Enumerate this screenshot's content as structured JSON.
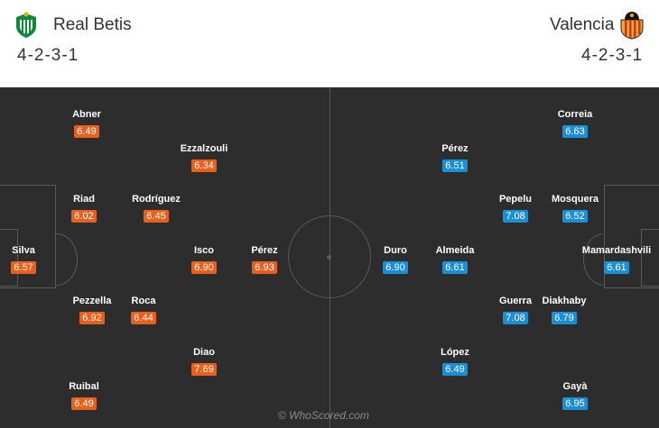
{
  "home": {
    "name": "Real Betis",
    "formation": "4-2-3-1",
    "rating_color": "#e8601c",
    "players": [
      {
        "name": "Abner",
        "rating": "6.49"
      },
      {
        "name": "Ezzalzouli",
        "rating": "6.34"
      },
      {
        "name": "Riad",
        "rating": "6.02"
      },
      {
        "name": "Rodríguez",
        "rating": "6.45"
      },
      {
        "name": "Silva",
        "rating": "6.57"
      },
      {
        "name": "Isco",
        "rating": "6.90"
      },
      {
        "name": "Pérez",
        "rating": "6.93"
      },
      {
        "name": "Pezzella",
        "rating": "6.92"
      },
      {
        "name": "Roca",
        "rating": "6.44"
      },
      {
        "name": "Diao",
        "rating": "7.69"
      },
      {
        "name": "Ruibal",
        "rating": "6.49"
      }
    ]
  },
  "away": {
    "name": "Valencia",
    "formation": "4-2-3-1",
    "rating_color": "#1a8fd6",
    "players": [
      {
        "name": "Correia",
        "rating": "6.63"
      },
      {
        "name": "Pérez",
        "rating": "6.51"
      },
      {
        "name": "Pepelu",
        "rating": "7.08"
      },
      {
        "name": "Mosquera",
        "rating": "6.52"
      },
      {
        "name": "Duro",
        "rating": "6.90"
      },
      {
        "name": "Almeida",
        "rating": "6.61"
      },
      {
        "name": "Mamardashvili",
        "rating": "6.61"
      },
      {
        "name": "Guerra",
        "rating": "7.08"
      },
      {
        "name": "Diakhaby",
        "rating": "6.79"
      },
      {
        "name": "López",
        "rating": "6.49"
      },
      {
        "name": "Gayà",
        "rating": "6.95"
      }
    ]
  },
  "watermark": "© WhoScored.com",
  "pitch_color": "#2d2d2d"
}
